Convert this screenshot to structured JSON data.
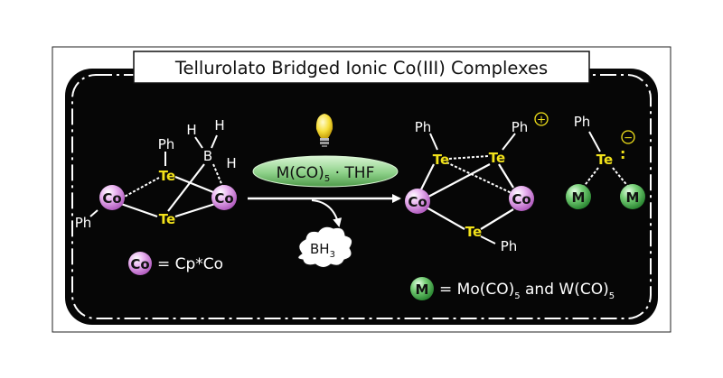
{
  "title": "Tellurolato Bridged Ionic Co(III) Complexes",
  "atoms": {
    "co": "Co",
    "te": "Te",
    "ph": "Ph",
    "b": "B",
    "h": "H",
    "m": "M"
  },
  "reagent": {
    "main": "M(CO)",
    "subscript": "5",
    "suffix": " · THF"
  },
  "byproduct": {
    "main": "BH",
    "subscript": "3"
  },
  "charges": {
    "plus": "+",
    "minus": "−",
    "lone_pair": ":"
  },
  "legend_co": {
    "symbol": "Co",
    "text": "= Cp*Co"
  },
  "legend_m": {
    "symbol": "M",
    "eq": "= Mo(CO)",
    "sub1": "5",
    "mid": " and W(CO)",
    "sub2": "5"
  },
  "colors": {
    "panel_bg": "#060606",
    "co_ball": "#e6a9ee",
    "m_ball": "#6cc86c",
    "te_text": "#f2e21a",
    "reagent_fill": "#8fd08a",
    "bulb": "#f7e24a"
  }
}
